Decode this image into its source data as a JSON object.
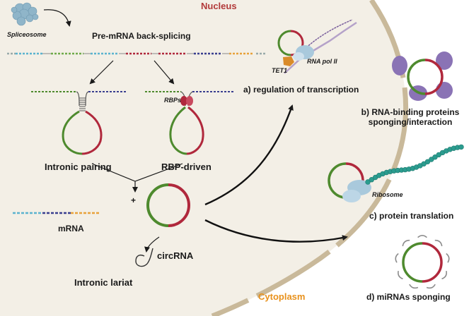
{
  "colors": {
    "nucleus_fill": "#f3efe6",
    "nuclear_membrane": "#c9b99a",
    "nucleus_title": "#b23a3a",
    "cytoplasm_title": "#e8911c",
    "exon_green": "#4e8a2e",
    "exon_red": "#b0283c",
    "protein_purple": "#8a73b5",
    "ribosome_blue": "#a9c9dc",
    "peptide_teal": "#2b9c8f"
  },
  "labels": {
    "nucleus": "Nucleus",
    "cytoplasm": "Cytoplasm",
    "spliceosome": "Spliceosome",
    "pre_mrna": "Pre-mRNA back-splicing",
    "rbps": "RBPs",
    "intronic_pairing": "Intronic pairing",
    "rbp_driven": "RBP-driven",
    "plus": "+",
    "mrna": "mRNA",
    "circrna": "circRNA",
    "intronic_lariat": "Intronic lariat",
    "tet1": "TET1",
    "rna_pol_ii": "RNA pol II",
    "ribosome": "Ribosome"
  },
  "functions": {
    "a": "a) regulation of transcription",
    "b_line1": "b) RNA-binding proteins",
    "b_line2": "sponging/interaction",
    "c": "c) protein translation",
    "d": "d) miRNAs sponging"
  }
}
